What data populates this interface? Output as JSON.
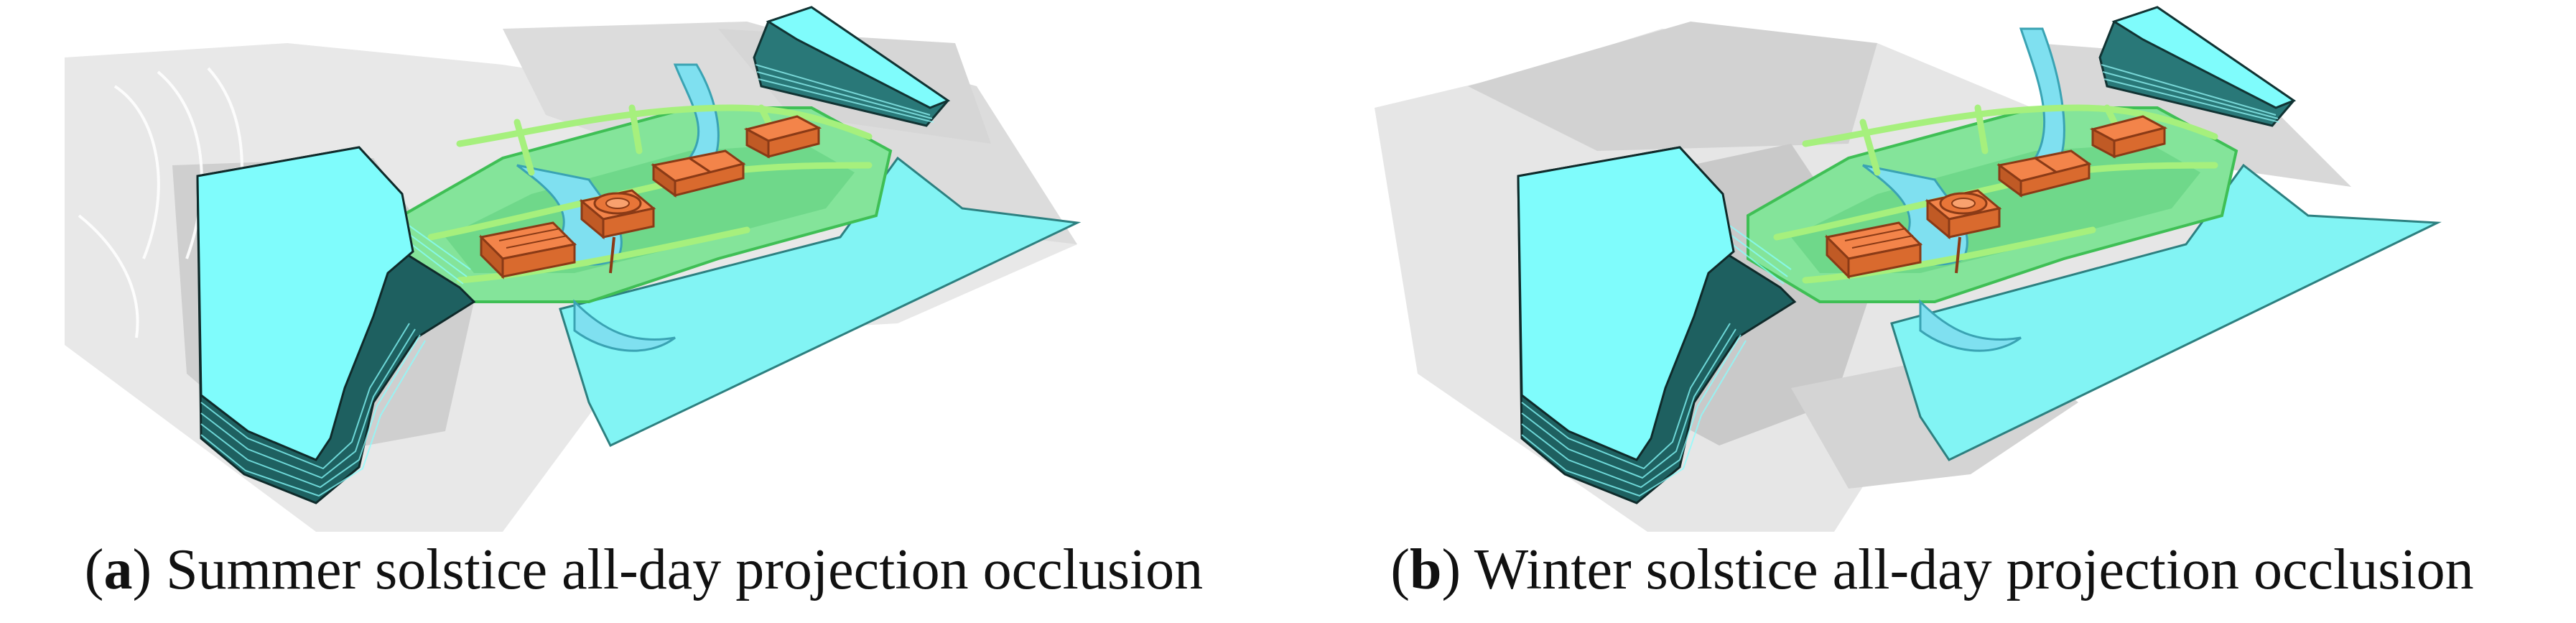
{
  "figure": {
    "panels": [
      {
        "letter": "a",
        "caption": "Summer solstice all-day projection occlusion"
      },
      {
        "letter": "b",
        "caption": "Winter solstice all-day projection occlusion"
      }
    ]
  },
  "colors": {
    "water_block": "#7ffcfc",
    "water_block_edge": "#1a3a3a",
    "terrace_stripe": "#2a7c7c",
    "grass": "#7de88a",
    "grass_dark": "#3fbf55",
    "path": "#9cf07f",
    "pond": "#7fe0f0",
    "building": "#f07f3a",
    "building_dark": "#a8461c",
    "shadow": "#c8c8c8",
    "shadow_light": "#e4e4e4"
  }
}
